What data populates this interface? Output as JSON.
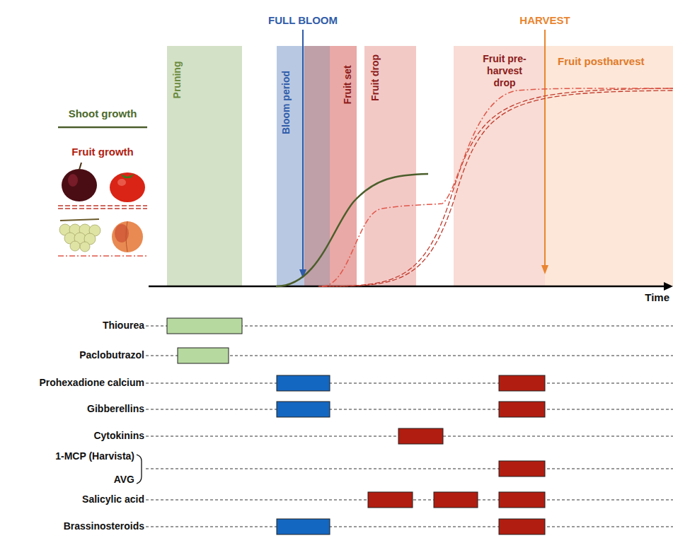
{
  "diagram": {
    "nodes": [
      {
        "text": [
          "Pruning"
        ]
      },
      {
        "text": [
          "Bloom period"
        ]
      },
      {
        "text": [
          "Fruit set"
        ]
      },
      {
        "text": [
          "Fruit drop"
        ]
      },
      {
        "text": [
          "Fruit pre-harvest drop"
        ]
      },
      {
        "text": [
          "Fruit postharvest"
        ]
      }
    ],
    "labels": [
      "FULL BLOOM",
      "HARVEST",
      "Time",
      "Thiourea",
      "Paclobutrazol",
      "Prohexadione calcium",
      "Gibberellins",
      "Cytokinins",
      "1-MCP (Harvista)",
      "AVG",
      "Salicylic acid",
      "Brassinosteroids"
    ],
    "legend": [
      {
        "text": "Shoot growth"
      },
      {
        "text": "Fruit growth"
      }
    ]
  }
}
